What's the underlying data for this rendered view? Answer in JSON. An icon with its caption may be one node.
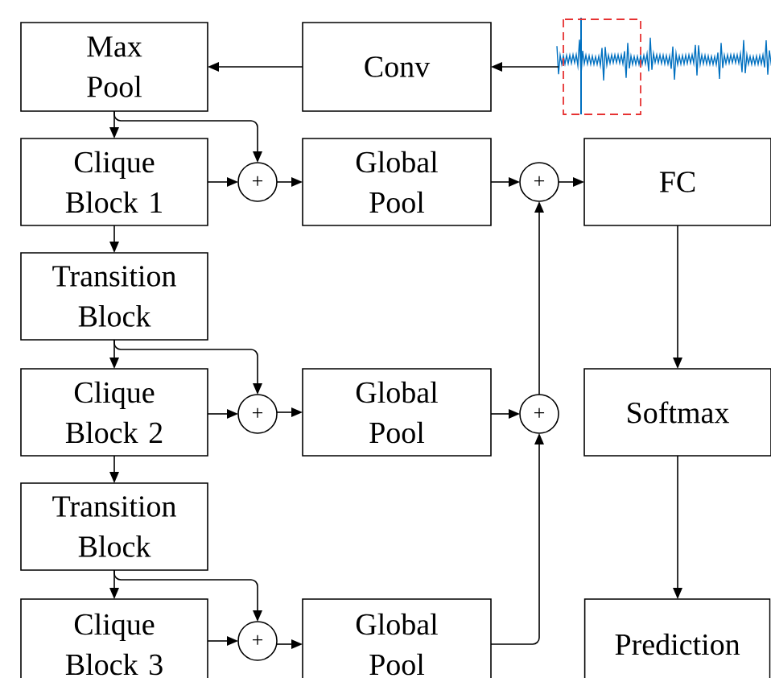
{
  "diagram": {
    "nodes": [
      {
        "text": [
          "Max Pool"
        ]
      },
      {
        "text": [
          "Conv"
        ]
      },
      {
        "text": [],
        "shape": "picture"
      },
      {
        "text": [
          "Clique Block 1"
        ]
      },
      {
        "text": [
          "+"
        ]
      },
      {
        "text": [
          "Global Pool"
        ]
      },
      {
        "text": [
          "+"
        ]
      },
      {
        "text": [
          "FC"
        ]
      },
      {
        "text": [
          "Transition Block"
        ]
      },
      {
        "text": [
          "Clique Block 2"
        ]
      },
      {
        "text": [
          "+"
        ]
      },
      {
        "text": [
          "Global Pool"
        ]
      },
      {
        "text": [
          "+"
        ]
      },
      {
        "text": [
          "Softmax"
        ]
      },
      {
        "text": [
          "Transition Block"
        ]
      },
      {
        "text": [
          "Clique Block 3"
        ]
      },
      {
        "text": [
          "+"
        ]
      },
      {
        "text": [
          "Global Pool"
        ]
      },
      {
        "text": [
          "Prediction"
        ]
      }
    ],
    "edges": [
      {
        "from": 2,
        "to": 1,
        "arrow": "to"
      },
      {
        "from": 1,
        "to": 0,
        "arrow": "to"
      },
      {
        "from": 0,
        "to": 3,
        "arrow": "to"
      },
      {
        "from": 0,
        "to": 4,
        "arrow": "to"
      },
      {
        "from": 3,
        "to": 4,
        "arrow": "to"
      },
      {
        "from": 4,
        "to": 5,
        "arrow": "to"
      },
      {
        "from": 5,
        "to": 6,
        "arrow": "to"
      },
      {
        "from": 6,
        "to": 7,
        "arrow": "to"
      },
      {
        "from": 7,
        "to": 13,
        "arrow": "to"
      },
      {
        "from": 13,
        "to": 18,
        "arrow": "to"
      },
      {
        "from": 3,
        "to": 8,
        "arrow": "to"
      },
      {
        "from": 8,
        "to": 9,
        "arrow": "to"
      },
      {
        "from": 8,
        "to": 10,
        "arrow": "to"
      },
      {
        "from": 9,
        "to": 10,
        "arrow": "to"
      },
      {
        "from": 10,
        "to": 11,
        "arrow": "to"
      },
      {
        "from": 11,
        "to": 12,
        "arrow": "to"
      },
      {
        "from": 12,
        "to": 6,
        "arrow": "to"
      },
      {
        "from": 9,
        "to": 14,
        "arrow": "to"
      },
      {
        "from": 14,
        "to": 15,
        "arrow": "to"
      },
      {
        "from": 14,
        "to": 16,
        "arrow": "to"
      },
      {
        "from": 15,
        "to": 16,
        "arrow": "to"
      },
      {
        "from": 16,
        "to": 17,
        "arrow": "to"
      },
      {
        "from": 17,
        "to": 12,
        "arrow": "to"
      }
    ]
  }
}
